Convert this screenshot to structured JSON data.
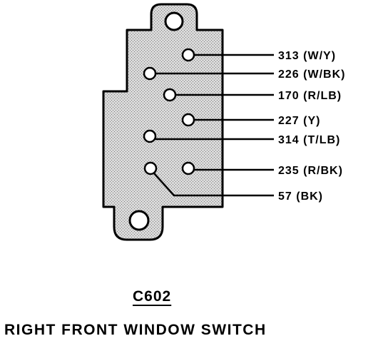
{
  "connector": {
    "id": "C602",
    "title": "RIGHT FRONT WINDOW SWITCH"
  },
  "pins": [
    {
      "label": "313 (W/Y)"
    },
    {
      "label": "226 (W/BK)"
    },
    {
      "label": "170 (R/LB)"
    },
    {
      "label": "227 (Y)"
    },
    {
      "label": "314 (T/LB)"
    },
    {
      "label": "235 (R/BK)"
    },
    {
      "label": "57 (BK)"
    }
  ]
}
